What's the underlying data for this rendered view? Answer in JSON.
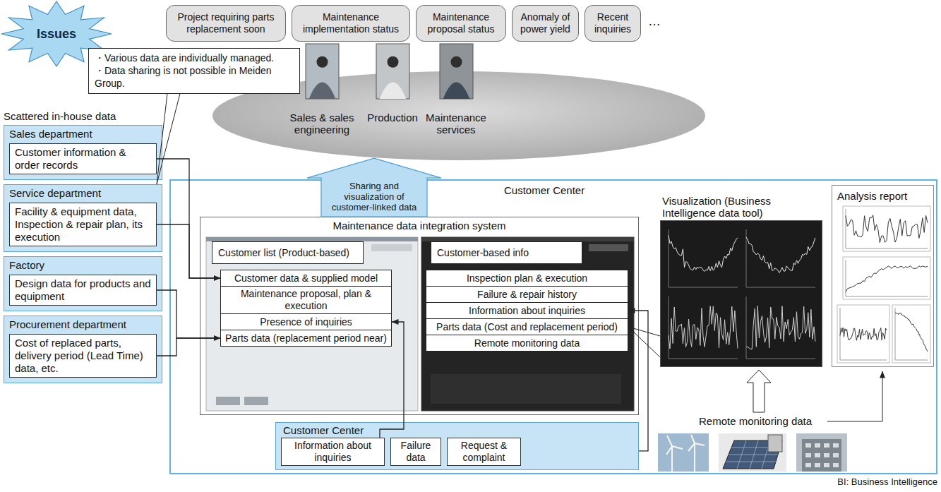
{
  "diagram": {
    "nodes": [
      {
        "text": [
          "Issues"
        ]
      },
      {
        "text": [
          "・Various data are individually managed.",
          "・Data sharing is not possible in Meiden Group."
        ]
      },
      {
        "text": [
          "Project requiring parts replacement soon"
        ]
      },
      {
        "text": [
          "Maintenance implementation status"
        ]
      },
      {
        "text": [
          "Maintenance proposal status"
        ]
      },
      {
        "text": [
          "Anomaly of power yield"
        ]
      },
      {
        "text": [
          "Recent inquiries"
        ]
      },
      {
        "text": [
          "Sales & sales engineering",
          "Production",
          "Maintenance services"
        ]
      },
      {
        "text": [
          "Sales department"
        ]
      },
      {
        "text": [
          "Customer information & order records"
        ],
        "in": 8
      },
      {
        "text": [
          "Service department"
        ]
      },
      {
        "text": [
          "Facility & equipment data, Inspection & repair plan, its execution"
        ],
        "in": 10
      },
      {
        "text": [
          "Factory"
        ]
      },
      {
        "text": [
          "Design data for products and equipment"
        ],
        "in": 12
      },
      {
        "text": [
          "Procurement department"
        ]
      },
      {
        "text": [
          "Cost of replaced parts, delivery period (Lead Time) data, etc."
        ],
        "in": 14
      },
      {
        "text": [
          "Customer Center"
        ]
      },
      {
        "text": [
          "Maintenance data integration system"
        ],
        "in": 16
      },
      {
        "text": [
          "Customer list (Product-based)"
        ],
        "in": 17
      },
      {
        "text": [
          "Customer data & supplied model"
        ],
        "in": 17
      },
      {
        "text": [
          "Maintenance proposal, plan & execution"
        ],
        "in": 17
      },
      {
        "text": [
          "Presence of inquiries"
        ],
        "in": 17
      },
      {
        "text": [
          "Parts data (replacement period near)"
        ],
        "in": 17
      },
      {
        "text": [
          "Customer-based info"
        ],
        "in": 17
      },
      {
        "text": [
          "Inspection plan & execution"
        ],
        "in": 17
      },
      {
        "text": [
          "Failure & repair history"
        ],
        "in": 17
      },
      {
        "text": [
          "Information about inquiries"
        ],
        "in": 17
      },
      {
        "text": [
          "Parts data (Cost and replacement period)"
        ],
        "in": 17
      },
      {
        "text": [
          "Remote monitoring data"
        ],
        "in": 17
      },
      {
        "text": [
          "Visualization (Business Intelligence data tool)"
        ],
        "in": 16
      },
      {
        "text": [
          "Analysis report"
        ],
        "in": 16
      },
      {
        "text": [
          "Customer Center"
        ],
        "in": 16
      },
      {
        "text": [
          "Information about inquiries"
        ],
        "in": 31
      },
      {
        "text": [
          "Failure data"
        ],
        "in": 31
      },
      {
        "text": [
          "Request & complaint"
        ],
        "in": 31
      }
    ],
    "edges": [
      {
        "from": 1,
        "to": 10,
        "arrow": "none"
      },
      {
        "from": 17,
        "to": 7,
        "label": "Sharing and visualization of customer-linked data",
        "arrow": "to"
      },
      {
        "from": 9,
        "to": 19,
        "arrow": "to"
      },
      {
        "from": 11,
        "to": 19,
        "arrow": "to"
      },
      {
        "from": 13,
        "to": 22,
        "arrow": "to"
      },
      {
        "from": 15,
        "to": 22,
        "arrow": "to"
      },
      {
        "from": 32,
        "to": 21,
        "arrow": "to"
      },
      {
        "from": 31,
        "to": 26,
        "arrow": "to"
      },
      {
        "from": 27,
        "to": 29,
        "arrow": "none"
      }
    ],
    "labels": [
      "Scattered in-house data",
      "…",
      "Remote monitoring data",
      "BI: Business Intelligence"
    ]
  }
}
